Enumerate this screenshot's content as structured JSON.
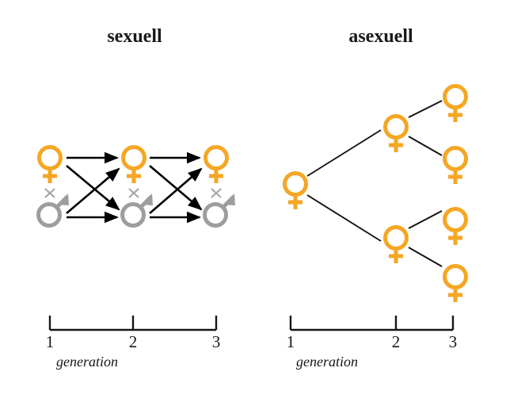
{
  "figure": {
    "background_color": "#ffffff",
    "female_color": "#F5A623",
    "male_color": "#9D9D9D",
    "line_color": "#000000",
    "text_color": "#161616"
  },
  "panels": [
    {
      "id": "sexual",
      "title": "sexuell",
      "axis": {
        "label": "generation",
        "ticks": [
          "1",
          "2",
          "3"
        ]
      },
      "nodes": [
        {
          "id": "f1",
          "generation": 1,
          "sex": "female",
          "symbol": "female-symbol"
        },
        {
          "id": "m1",
          "generation": 1,
          "sex": "male",
          "symbol": "male-symbol"
        },
        {
          "id": "f2",
          "generation": 2,
          "sex": "female",
          "symbol": "female-symbol"
        },
        {
          "id": "m2",
          "generation": 2,
          "sex": "male",
          "symbol": "male-symbol"
        },
        {
          "id": "f3",
          "generation": 3,
          "sex": "female",
          "symbol": "female-symbol"
        },
        {
          "id": "m3",
          "generation": 3,
          "sex": "male",
          "symbol": "male-symbol"
        }
      ],
      "mating_marks": [
        {
          "id": "x1",
          "generation": 1,
          "glyph": "×"
        },
        {
          "id": "x2",
          "generation": 2,
          "glyph": "×"
        },
        {
          "id": "x3",
          "generation": 3,
          "glyph": "×"
        }
      ],
      "edges": [
        {
          "from": "f1",
          "to": "f2",
          "arrow": true
        },
        {
          "from": "f1",
          "to": "m2",
          "arrow": true
        },
        {
          "from": "m1",
          "to": "f2",
          "arrow": true
        },
        {
          "from": "m1",
          "to": "m2",
          "arrow": true
        },
        {
          "from": "f2",
          "to": "f3",
          "arrow": true
        },
        {
          "from": "f2",
          "to": "m3",
          "arrow": true
        },
        {
          "from": "m2",
          "to": "f3",
          "arrow": true
        },
        {
          "from": "m2",
          "to": "m3",
          "arrow": true
        }
      ]
    },
    {
      "id": "asexual",
      "title": "asexuell",
      "axis": {
        "label": "generation",
        "ticks": [
          "1",
          "2",
          "3"
        ]
      },
      "nodes": [
        {
          "id": "a1",
          "generation": 1,
          "sex": "female",
          "symbol": "female-symbol"
        },
        {
          "id": "a2a",
          "generation": 2,
          "sex": "female",
          "symbol": "female-symbol"
        },
        {
          "id": "a2b",
          "generation": 2,
          "sex": "female",
          "symbol": "female-symbol"
        },
        {
          "id": "a3a",
          "generation": 3,
          "sex": "female",
          "symbol": "female-symbol"
        },
        {
          "id": "a3b",
          "generation": 3,
          "sex": "female",
          "symbol": "female-symbol"
        },
        {
          "id": "a3c",
          "generation": 3,
          "sex": "female",
          "symbol": "female-symbol"
        },
        {
          "id": "a3d",
          "generation": 3,
          "sex": "female",
          "symbol": "female-symbol"
        }
      ],
      "edges": [
        {
          "from": "a1",
          "to": "a2a",
          "arrow": false
        },
        {
          "from": "a1",
          "to": "a2b",
          "arrow": false
        },
        {
          "from": "a2a",
          "to": "a3a",
          "arrow": false
        },
        {
          "from": "a2a",
          "to": "a3b",
          "arrow": false
        },
        {
          "from": "a2b",
          "to": "a3c",
          "arrow": false
        },
        {
          "from": "a2b",
          "to": "a3d",
          "arrow": false
        }
      ]
    }
  ]
}
